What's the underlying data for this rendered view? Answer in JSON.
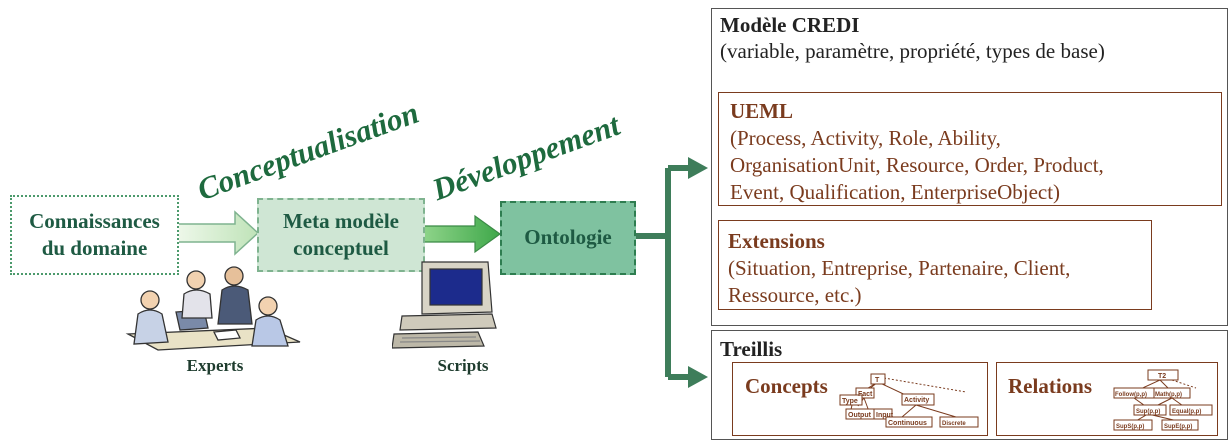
{
  "left": {
    "knowledge_box": [
      "Connaissances",
      "du domaine"
    ],
    "meta_box": [
      "Meta modèle",
      "conceptuel"
    ],
    "ontology_box": "Ontologie",
    "phase_conceptualisation": "Conceptualisation",
    "phase_developpement": "Développement",
    "caption_experts": "Experts",
    "caption_scripts": "Scripts"
  },
  "credi": {
    "title": "Modèle CREDI",
    "subtitle": "(variable, paramètre, propriété, types de base)",
    "ueml": {
      "title": "UEML",
      "lines": [
        "(Process, Activity, Role, Ability,",
        "OrganisationUnit, Resource, Order, Product,",
        "Event, Qualification, EnterpriseObject)"
      ]
    },
    "extensions": {
      "title": "Extensions",
      "lines": [
        "(Situation, Entreprise, Partenaire, Client,",
        "Ressource, etc.)"
      ]
    }
  },
  "treillis": {
    "title": "Treillis",
    "concepts": {
      "title": "Concepts",
      "nodes": [
        "T",
        "Fact",
        "Type",
        "Activity",
        "Output",
        "Input",
        "Continuous",
        "Discrete"
      ]
    },
    "relations": {
      "title": "Relations",
      "nodes": [
        "T2",
        "Follow(p,p)",
        "Math(p,p)",
        "Sup(p,p)",
        "Equal(p,p)",
        "SupS(p,p)",
        "SupE(p,p)"
      ]
    }
  },
  "colors": {
    "arrow_green": "#3e7d5a",
    "brown": "#7a3b1e",
    "title_green": "#1e6a3e"
  }
}
